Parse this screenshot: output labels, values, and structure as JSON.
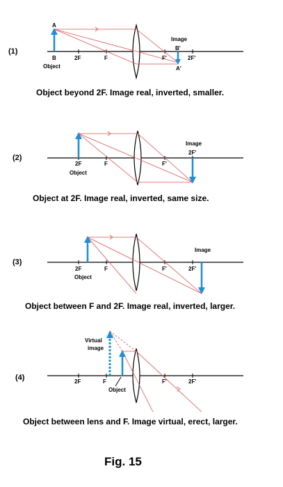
{
  "diagrams": [
    {
      "number": "(1)",
      "caption": "Object beyond 2F.  Image real, inverted, smaller.",
      "labels": {
        "top": "A",
        "base": "B",
        "object": "Object",
        "two_f": "2F",
        "f": "F",
        "f_prime": "F'",
        "two_f_prime": "2F'",
        "image": "Image",
        "image_top": "B'",
        "image_tip": "A'"
      }
    },
    {
      "number": "(2)",
      "caption": "Object at 2F.  Image real, inverted, same size.",
      "labels": {
        "two_f": "2F",
        "object": "Object",
        "f": "F",
        "f_prime": "F'",
        "image": "Image",
        "two_f_prime": "2F'"
      }
    },
    {
      "number": "(3)",
      "caption": "Object between F and 2F.  Image real, inverted, larger.",
      "labels": {
        "two_f": "2F",
        "object": "Object",
        "f": "F",
        "f_prime": "F'",
        "image": "Image",
        "two_f_prime": "2F'"
      }
    },
    {
      "number": "(4)",
      "caption": "Object between lens and F.  Image virtual, erect, larger.",
      "labels": {
        "virtual_line1": "Virtual",
        "virtual_line2": "image",
        "two_f": "2F",
        "f": "F",
        "object": "Object",
        "f_prime": "F'",
        "two_f_prime": "2F'"
      }
    }
  ],
  "figure_label": "Fig. 15",
  "colors": {
    "object_arrow": "#1e90d6",
    "ray": "#e05050",
    "axis": "#000000"
  }
}
